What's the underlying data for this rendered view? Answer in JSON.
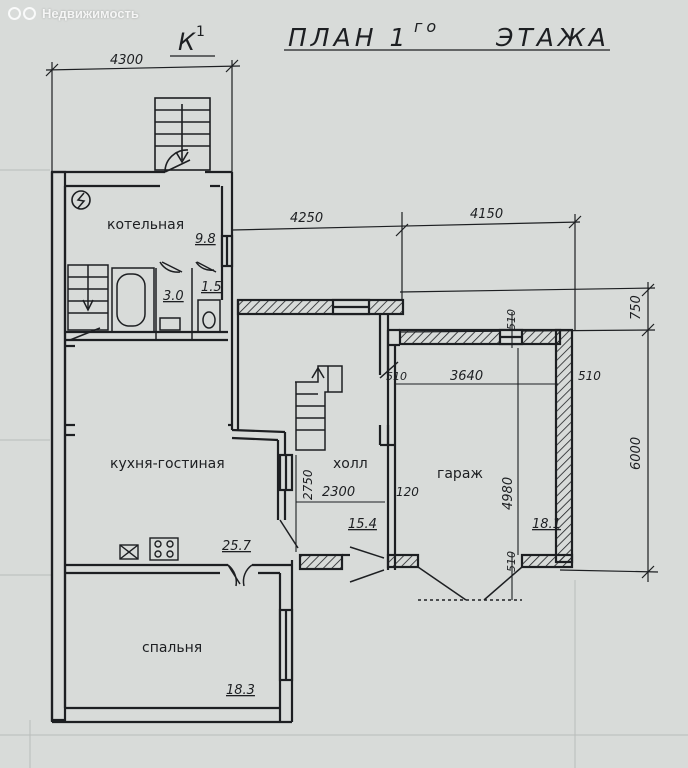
{
  "watermark": {
    "text": "Недвижимость"
  },
  "plan": {
    "title": "ПЛАН 1",
    "title_sup": "го",
    "title_end": "ЭТАЖА",
    "section_mark": "К",
    "section_num": "1",
    "rooms": [
      {
        "name": "котельная",
        "area": "9.8"
      },
      {
        "name": "",
        "area": "3.0"
      },
      {
        "name": "",
        "area": "1.5"
      },
      {
        "name": "кухня-гостиная",
        "area": "25.7"
      },
      {
        "name": "холл",
        "area": "15.4"
      },
      {
        "name": "гараж",
        "area": "18.1"
      },
      {
        "name": "спальня",
        "area": "18.3"
      }
    ],
    "dimensions": {
      "d4300": "4300",
      "d4250": "4250",
      "d4150": "4150",
      "d750": "750",
      "d510a": "510",
      "d510b": "510",
      "d510c": "510",
      "d510d": "510",
      "d3640": "3640",
      "d6000": "6000",
      "d4980": "4980",
      "d2750": "2750",
      "d2300": "2300",
      "d120": "120"
    }
  }
}
